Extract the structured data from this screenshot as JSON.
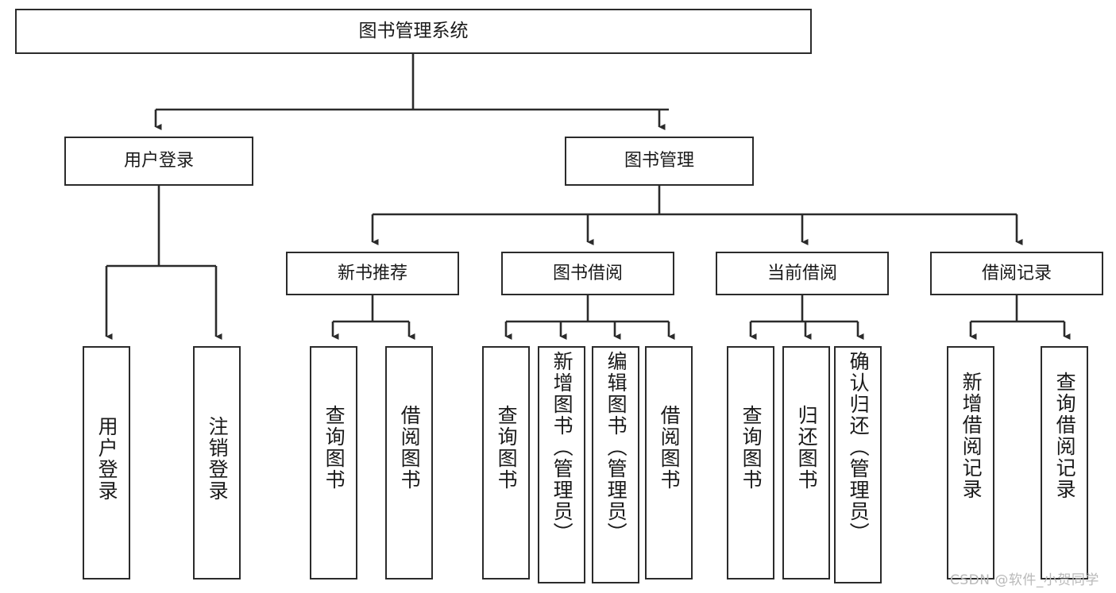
{
  "diagram": {
    "title": "图书管理系统",
    "type": "functional-structure-tree",
    "watermark": "CSDN @软件_小贺同学",
    "colors": {
      "stroke": "#2b2b2b",
      "fill": "#ffffff",
      "text": "#1a1a1a",
      "watermark": "#b9b9b9"
    },
    "nodes": {
      "root": {
        "label": "图书管理系统"
      },
      "level1": [
        {
          "id": "user-login",
          "label": "用户登录"
        },
        {
          "id": "book-manage",
          "label": "图书管理"
        }
      ],
      "level2": [
        {
          "id": "new-book-recommend",
          "label": "新书推荐"
        },
        {
          "id": "book-borrow",
          "label": "图书借阅"
        },
        {
          "id": "current-borrow",
          "label": "当前借阅"
        },
        {
          "id": "borrow-record",
          "label": "借阅记录"
        }
      ],
      "leaves": [
        {
          "id": "leaf-user-login",
          "label": "用户登录",
          "parent": "user-login"
        },
        {
          "id": "leaf-logout",
          "label": "注销登录",
          "parent": "user-login"
        },
        {
          "id": "leaf-query-book-1",
          "label": "查询图书",
          "parent": "new-book-recommend"
        },
        {
          "id": "leaf-borrow-book-1",
          "label": "借阅图书",
          "parent": "new-book-recommend"
        },
        {
          "id": "leaf-query-book-2",
          "label": "查询图书",
          "parent": "book-borrow"
        },
        {
          "id": "leaf-add-book",
          "label": "新增图书（管理员）",
          "parent": "book-borrow"
        },
        {
          "id": "leaf-edit-book",
          "label": "编辑图书（管理员）",
          "parent": "book-borrow"
        },
        {
          "id": "leaf-borrow-book-2",
          "label": "借阅图书",
          "parent": "book-borrow"
        },
        {
          "id": "leaf-query-book-3",
          "label": "查询图书",
          "parent": "current-borrow"
        },
        {
          "id": "leaf-return-book",
          "label": "归还图书",
          "parent": "current-borrow"
        },
        {
          "id": "leaf-confirm-return",
          "label": "确认归还（管理员）",
          "parent": "current-borrow"
        },
        {
          "id": "leaf-add-record",
          "label": "新增借阅记录",
          "parent": "borrow-record"
        },
        {
          "id": "leaf-query-record",
          "label": "查询借阅记录",
          "parent": "borrow-record"
        }
      ]
    }
  }
}
